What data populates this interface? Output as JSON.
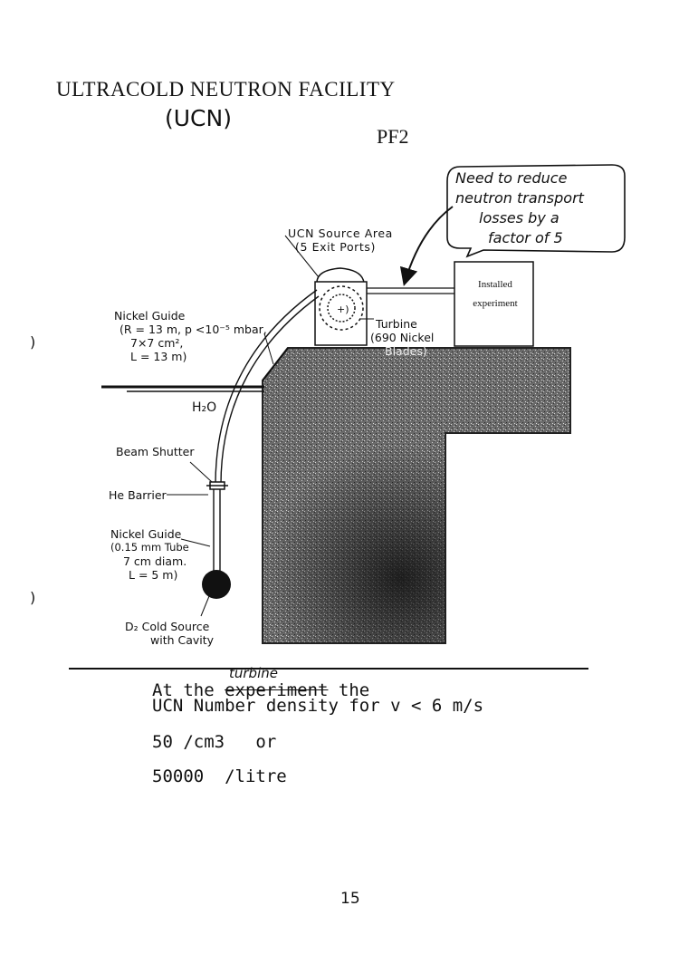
{
  "title": {
    "line1": "ULTRACOLD NEUTRON FACILITY",
    "line2": "(UCN)",
    "code": "PF2"
  },
  "note": {
    "lines": [
      "Need to reduce",
      "neutron transport",
      "losses by a",
      "factor of 5"
    ]
  },
  "labels": {
    "source_area": [
      "UCN Source Area",
      "(5 Exit Ports)"
    ],
    "installed": [
      "Installed",
      "experiment"
    ],
    "nickel_guide_upper": [
      "Nickel Guide",
      "(R = 13 m, p <10⁻⁵ mbar,",
      "7×7 cm²,",
      "L = 13 m)"
    ],
    "turbine": [
      "Turbine",
      "(690 Nickel",
      "Blades)"
    ],
    "water": "H₂O",
    "beam_shutter": "Beam Shutter",
    "he_barrier": "He Barrier",
    "nickel_guide_lower": [
      "Nickel Guide",
      "(0.15 mm Tube",
      "7 cm diam.",
      "L = 5 m)"
    ],
    "cold_source": [
      "D₂ Cold Source",
      "with Cavity"
    ]
  },
  "bottom": {
    "line1_prefix": "At the ",
    "line1_struck": "experiment",
    "line1_suffix": " the",
    "handwritten_correction": "turbine",
    "line2": "UCN Number density for v < 6 m/s",
    "line3": "50 /cm3   or",
    "line4": "50000  /litre"
  },
  "page_number": "15",
  "edge_marks": [
    ")",
    ")"
  ]
}
